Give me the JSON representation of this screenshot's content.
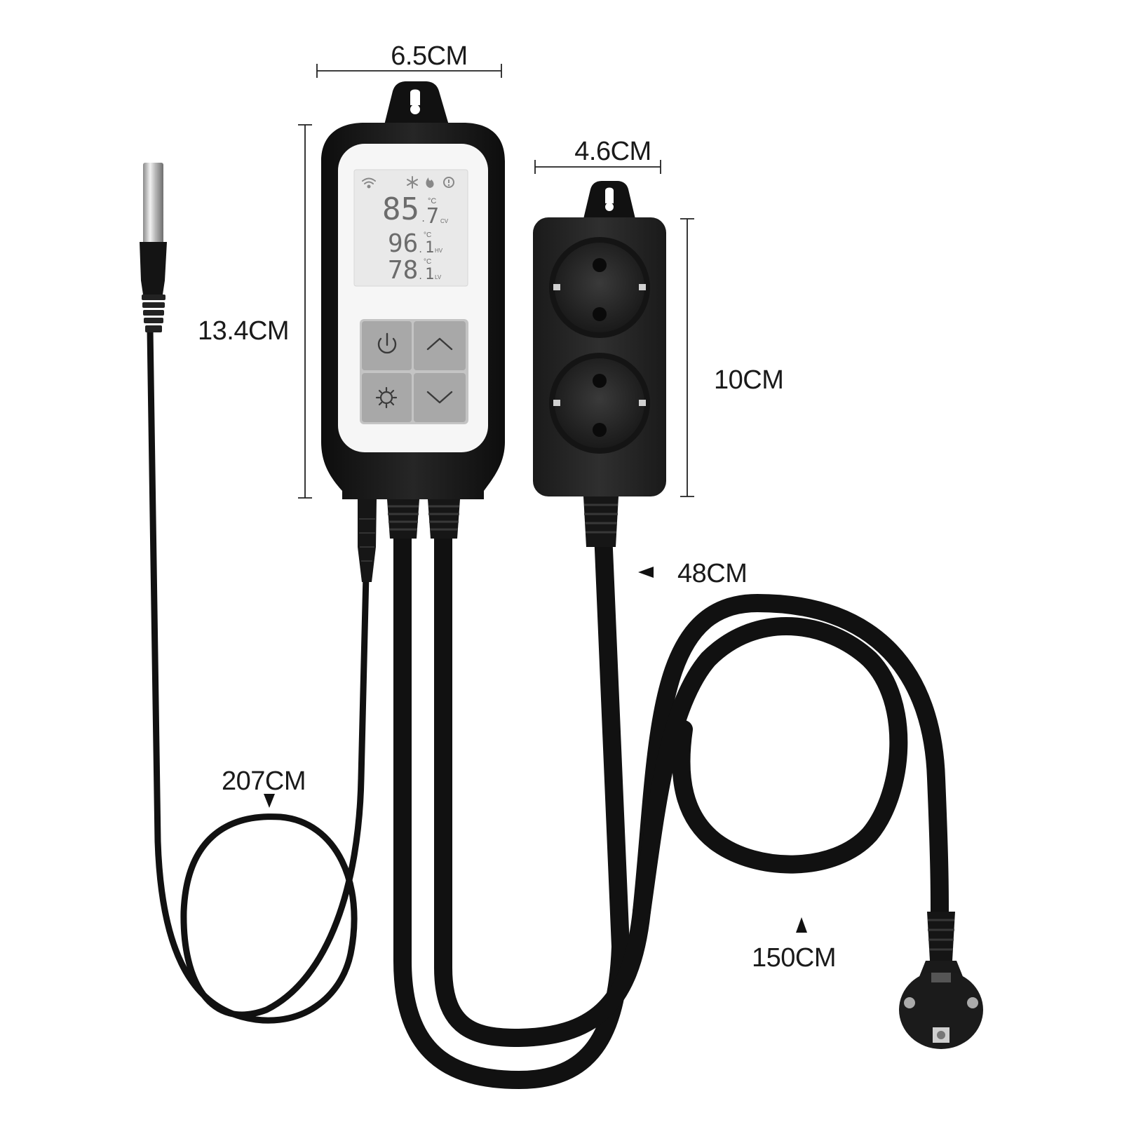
{
  "dimensions": {
    "controller_width": "6.5CM",
    "controller_height": "13.4CM",
    "socket_width": "4.6CM",
    "socket_height": "10CM",
    "socket_cable": "48CM",
    "probe_cable": "207CM",
    "power_cable": "150CM"
  },
  "display": {
    "row1": {
      "value": "85",
      "decimal": "7",
      "unit": "°C",
      "tag": "CV"
    },
    "row2": {
      "value": "96",
      "decimal": "1",
      "unit": "°C",
      "tag": "HV"
    },
    "row3": {
      "value": "78",
      "decimal": "1",
      "unit": "°C",
      "tag": "LV"
    }
  },
  "icons": {
    "display_status": [
      "wifi-icon",
      "snowflake-icon",
      "flame-icon",
      "alarm-icon"
    ],
    "buttons": [
      "power-icon",
      "chevron-up-icon",
      "gear-icon",
      "chevron-down-icon"
    ]
  },
  "colors": {
    "housing": "#1b1b1b",
    "lcd": "#e9e9e9",
    "buttons": "#a8a8a8",
    "text": "#1a1a1a"
  }
}
